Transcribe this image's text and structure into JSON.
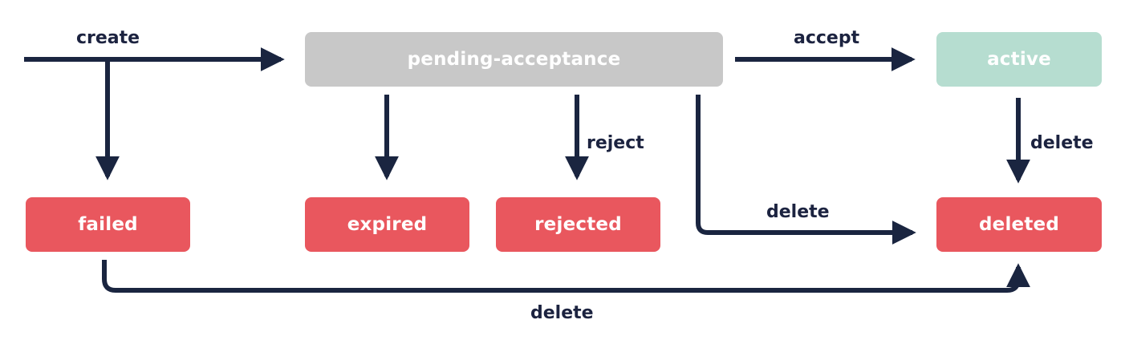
{
  "colors": {
    "edge": "#1a2540",
    "pending": "#c8c8c8",
    "active": "#b6ddd0",
    "terminal": "#e9575e",
    "label_text": "#1c2340",
    "node_text": "#ffffff"
  },
  "states": {
    "pending": "pending-acceptance",
    "active": "active",
    "failed": "failed",
    "expired": "expired",
    "rejected": "rejected",
    "deleted": "deleted"
  },
  "transitions": {
    "create": "create",
    "accept": "accept",
    "reject": "reject",
    "delete_from_active": "delete",
    "delete_from_pending": "delete",
    "delete_from_failed": "delete"
  }
}
